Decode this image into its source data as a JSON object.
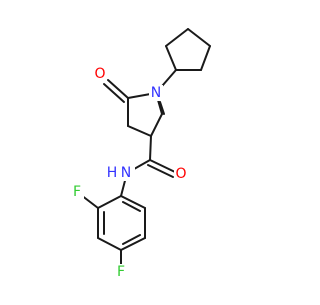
{
  "colors": {
    "bond": "#1a1a1a",
    "oxygen": "#ff0000",
    "nitrogen": "#3333ff",
    "fluorine": "#33cc33",
    "hydrogen_on_nitrogen": "#3333ff",
    "background": "#ffffff"
  },
  "atoms": {
    "ring_oxygen": "O",
    "ring_nitrogen": "N",
    "amide_oxygen": "O",
    "amide_nitrogen": "N",
    "amide_hydrogen": "H",
    "fluorine_ortho": "F",
    "fluorine_para": "F"
  }
}
